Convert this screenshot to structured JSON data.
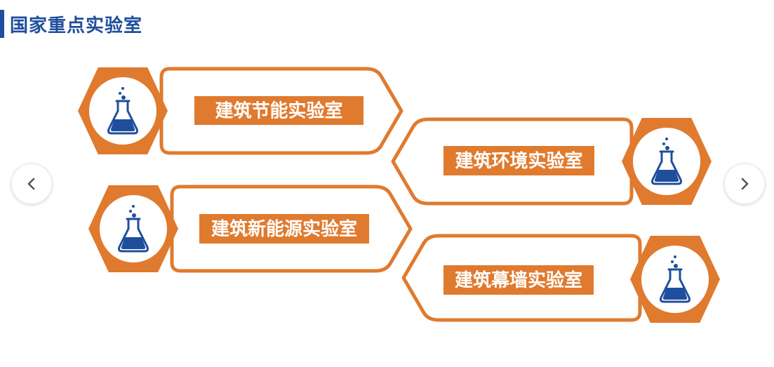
{
  "page": {
    "title": "国家重点实验室"
  },
  "navigation": {
    "prev_icon": "chevron-left-icon",
    "next_icon": "chevron-right-icon"
  },
  "labs": [
    {
      "name": "建筑节能实验室",
      "icon": "flask-icon",
      "side": "left"
    },
    {
      "name": "建筑环境实验室",
      "icon": "flask-icon",
      "side": "right"
    },
    {
      "name": "建筑新能源实验室",
      "icon": "flask-icon",
      "side": "left"
    },
    {
      "name": "建筑幕墙实验室",
      "icon": "flask-icon",
      "side": "right"
    }
  ],
  "colors": {
    "accent": "#e07a2e",
    "title": "#1f4e9c",
    "flask": "#1f4e9c",
    "label_text": "#ffffff"
  }
}
